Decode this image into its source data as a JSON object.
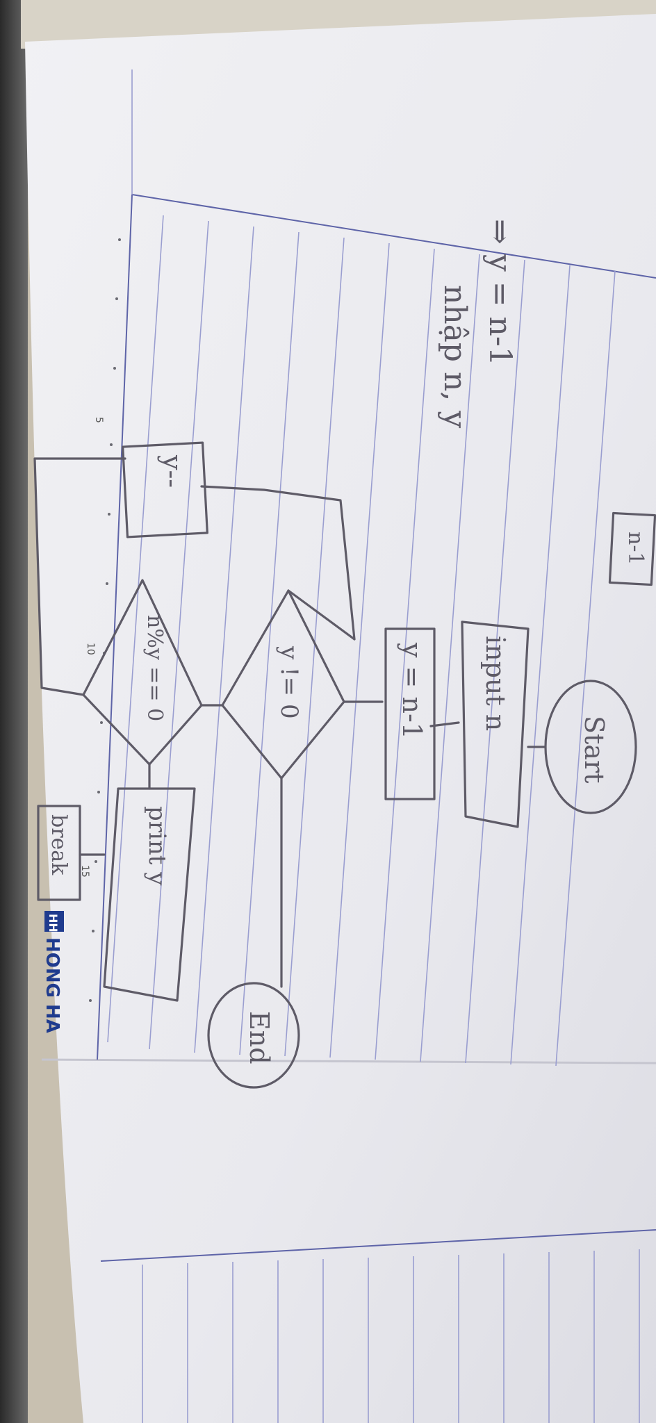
{
  "notes": {
    "line1": "nhập n, y",
    "line2": "⇒ y = n-1"
  },
  "flowchart": {
    "start": "Start",
    "input": "input n",
    "assign": "y = n-1",
    "decision_main": "y != 0",
    "decision_mod": "n%y == 0",
    "output": "print y",
    "decrement": "y--",
    "break": "break",
    "end": "End",
    "fragment": "n-1"
  },
  "ruler": {
    "tick5": "5",
    "tick10": "10",
    "tick15": "15"
  },
  "brand": {
    "logo_mark": "HH",
    "name": "HONG HA"
  },
  "colors": {
    "paper": "#eeeef2",
    "rule": "#9a9ed0",
    "pencil": "#5e5b67",
    "brand": "#1f3b8e"
  }
}
